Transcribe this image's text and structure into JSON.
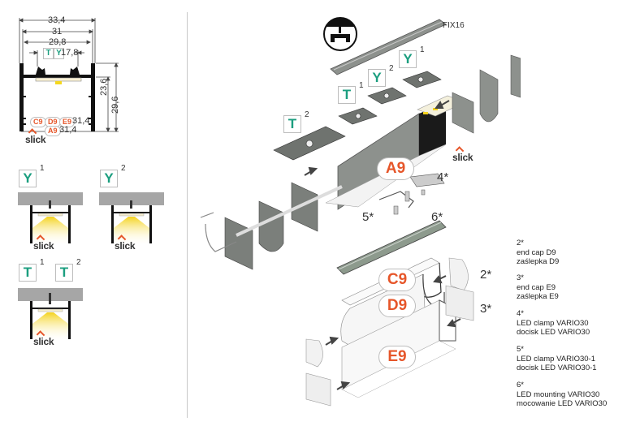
{
  "cross_section": {
    "dims": {
      "width_total": "33,4",
      "width_31": "31",
      "width_298": "29,8",
      "inner": "17,8",
      "height_inner": "23,6",
      "height_total": "29,6",
      "cover_width_cde": "31,4",
      "cover_width_a": "31,4"
    },
    "mount_badges": [
      "T",
      "Y"
    ],
    "cover_badges": [
      "C9",
      "D9",
      "E9"
    ],
    "cover_a": "A9",
    "brand": "slick"
  },
  "mount_variants": [
    {
      "letter": "Y",
      "sup": "1",
      "brand": "slick"
    },
    {
      "letter": "Y",
      "sup": "2",
      "brand": "slick"
    },
    {
      "letter": "T",
      "sup": "1",
      "brand": "slick"
    },
    {
      "letter": "T",
      "sup": "2",
      "brand": ""
    }
  ],
  "exploded": {
    "fix_label": "FIX16",
    "badges": [
      {
        "letter": "Y",
        "sup": "1"
      },
      {
        "letter": "Y",
        "sup": "2"
      },
      {
        "letter": "T",
        "sup": "1"
      },
      {
        "letter": "T",
        "sup": "2"
      }
    ],
    "brand": "slick",
    "covers": [
      "A9",
      "C9",
      "D9",
      "E9"
    ],
    "callouts": [
      "4*",
      "5*",
      "6*",
      "2*",
      "3*"
    ]
  },
  "legend": [
    {
      "num": "2*",
      "en": "end cap D9",
      "pl": "zaślepka D9"
    },
    {
      "num": "3*",
      "en": "end cap E9",
      "pl": "zaślepka E9"
    },
    {
      "num": "4*",
      "en": "LED clamp VARIO30",
      "pl": "docisk LED VARIO30"
    },
    {
      "num": "5*",
      "en": "LED clamp VARIO30-1",
      "pl": "docisk LED VARIO30-1"
    },
    {
      "num": "6*",
      "en": "LED mounting VARIO30",
      "pl": "mocowanie LED VARIO30"
    }
  ],
  "colors": {
    "accent_orange": "#e6562a",
    "badge_green": "#1b9e7f",
    "profile_gray": "#8d918d",
    "ceiling_gray": "#a6a6a6",
    "led_yellow": "#f7e04a"
  }
}
